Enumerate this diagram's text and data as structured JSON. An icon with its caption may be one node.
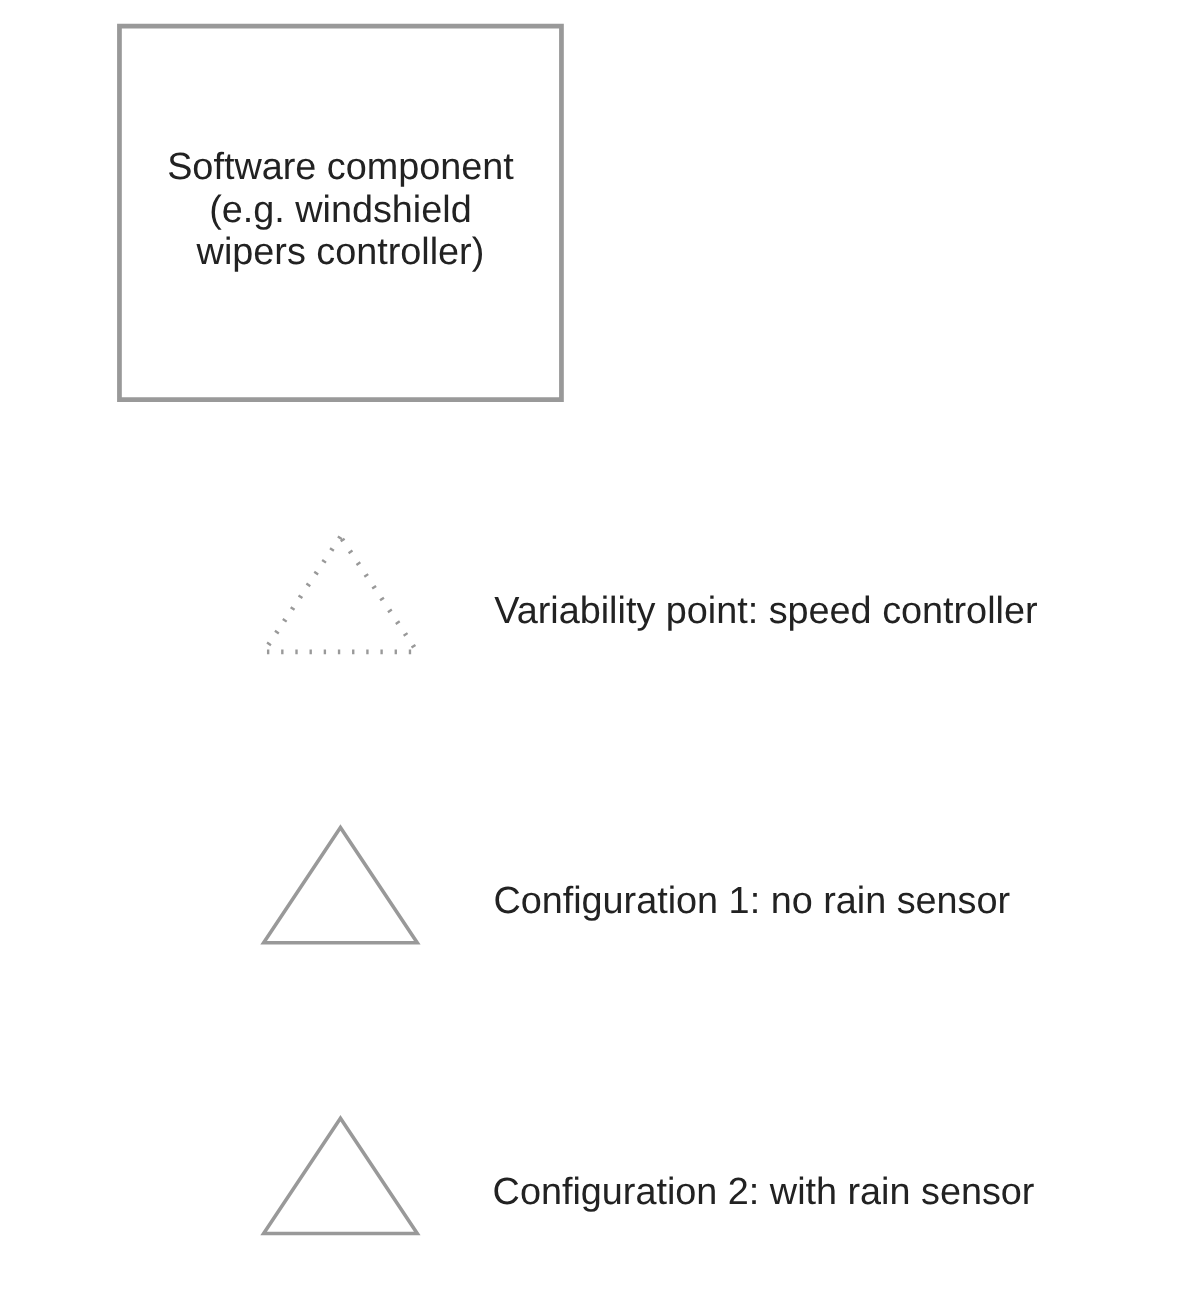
{
  "diagram": {
    "nodes": [
      {
        "text": [
          "Software component (e.g. windshield wipers controller)"
        ]
      },
      {
        "text": [],
        "shape": "triangle",
        "beside": [
          "Variability point: speed controller"
        ]
      },
      {
        "text": [],
        "shape": "triangle",
        "beside": [
          "Configuration 1: no rain sensor"
        ]
      },
      {
        "text": [],
        "shape": "triangle",
        "beside": [
          "Configuration 2: with rain sensor"
        ]
      }
    ],
    "edges": []
  }
}
